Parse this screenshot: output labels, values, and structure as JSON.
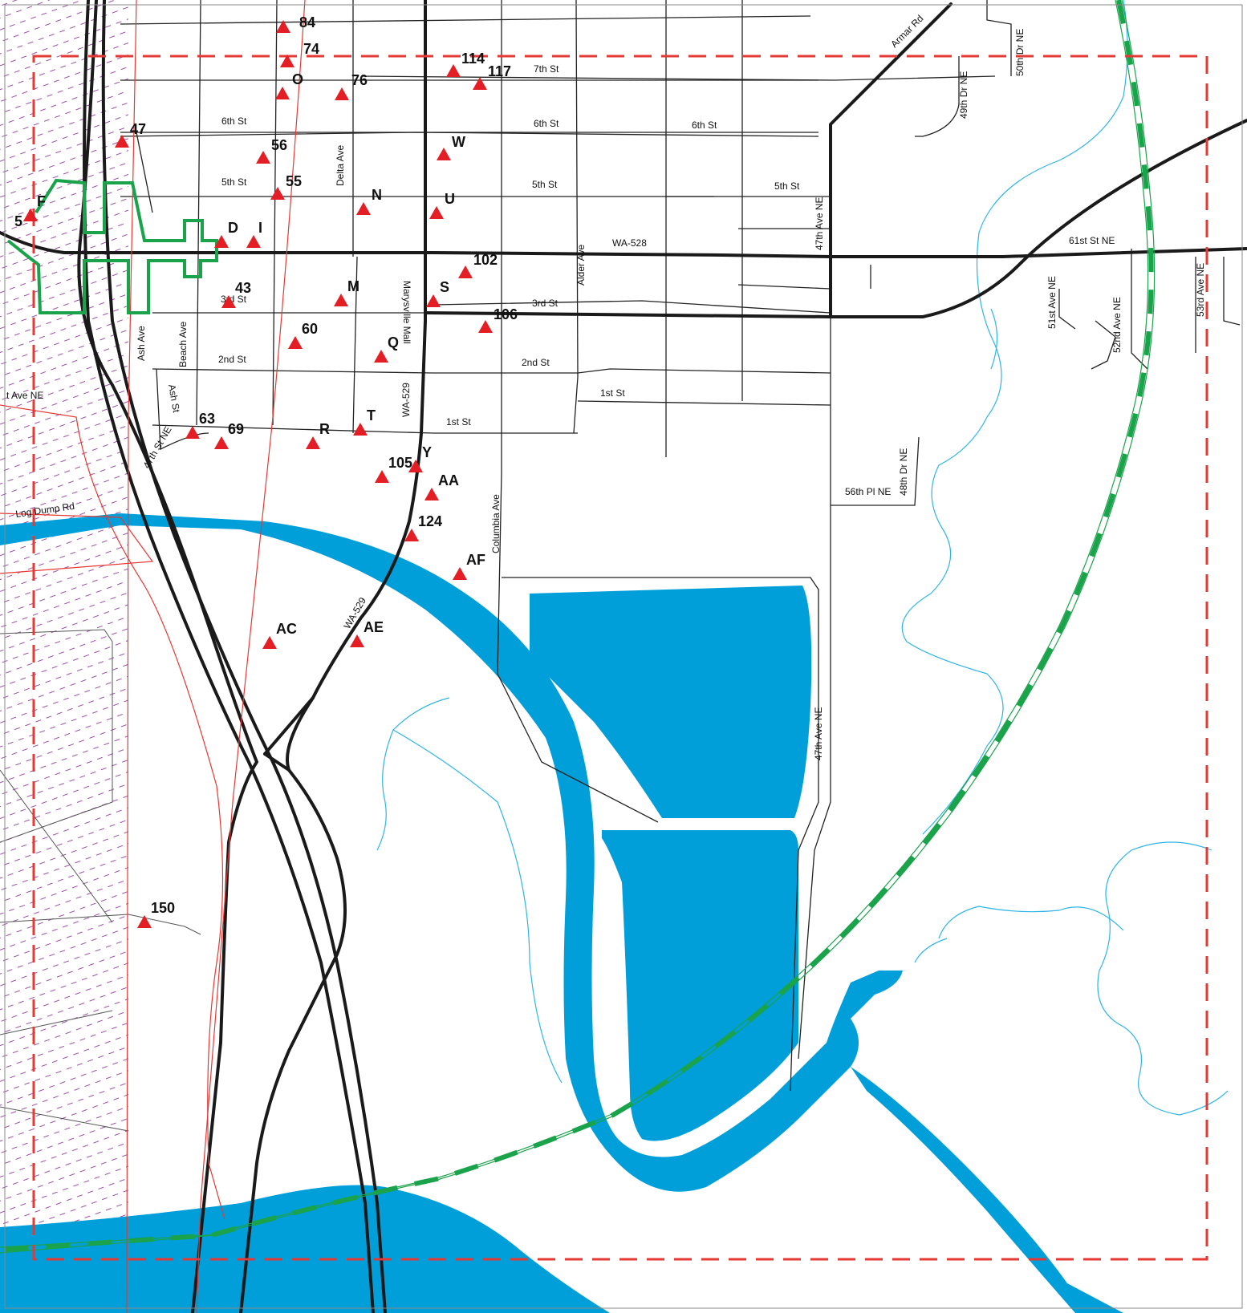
{
  "colors": {
    "water": "#009fd9",
    "marker": "#e31e24",
    "boundary": "#e53935",
    "trail": "#1aa34a",
    "road": "#1a1a1a"
  },
  "streets": {
    "armar_rd": "Armar Rd",
    "dr_50th": "50th Dr NE",
    "dr_49th": "49th Dr NE",
    "st_7th": "7th St",
    "st_6th_a": "6th St",
    "st_6th_b": "6th St",
    "st_6th_c": "6th St",
    "st_5th_a": "5th St",
    "st_5th_b": "5th St",
    "st_5th_c": "5th St",
    "delta_ave": "Delta Ave",
    "ave_47th_a": "47th Ave NE",
    "wa528": "WA-528",
    "st_61st": "61st St NE",
    "alder_ave": "Alder Ave",
    "ave_51st": "51st Ave NE",
    "ave_52nd": "52nd Ave NE",
    "ave_53rd": "53rd Ave NE",
    "st_3rd_a": "3rd St",
    "st_3rd_b": "3rd St",
    "marysville_mall": "Marysville Mall",
    "ash_ave": "Ash Ave",
    "beach_ave": "Beach Ave",
    "st_2nd_a": "2nd St",
    "st_2nd_b": "2nd St",
    "ash_st": "Ash St",
    "wa529_a": "WA-529",
    "st_1st_a": "1st St",
    "st_1st_b": "1st St",
    "ave_ne_left": "t Ave NE",
    "st_47th": "47th St NE",
    "log_dump": "Log Dump Rd",
    "columbia_ave": "Columbia Ave",
    "dr_48th": "48th Dr NE",
    "pl_56th": "56th Pl NE",
    "wa529_b": "WA-529",
    "ave_47th_b": "47th Ave NE"
  },
  "markers": [
    {
      "id": "84"
    },
    {
      "id": "74"
    },
    {
      "id": "O"
    },
    {
      "id": "76"
    },
    {
      "id": "114"
    },
    {
      "id": "117"
    },
    {
      "id": "47"
    },
    {
      "id": "56"
    },
    {
      "id": "W"
    },
    {
      "id": "55"
    },
    {
      "id": "N"
    },
    {
      "id": "U"
    },
    {
      "id": "F"
    },
    {
      "id": "5"
    },
    {
      "id": "D"
    },
    {
      "id": "I"
    },
    {
      "id": "102"
    },
    {
      "id": "43"
    },
    {
      "id": "M"
    },
    {
      "id": "S"
    },
    {
      "id": "106"
    },
    {
      "id": "60"
    },
    {
      "id": "Q"
    },
    {
      "id": "63"
    },
    {
      "id": "69"
    },
    {
      "id": "R"
    },
    {
      "id": "T"
    },
    {
      "id": "105"
    },
    {
      "id": "Y"
    },
    {
      "id": "AA"
    },
    {
      "id": "124"
    },
    {
      "id": "AF"
    },
    {
      "id": "AC"
    },
    {
      "id": "AE"
    },
    {
      "id": "150"
    }
  ]
}
